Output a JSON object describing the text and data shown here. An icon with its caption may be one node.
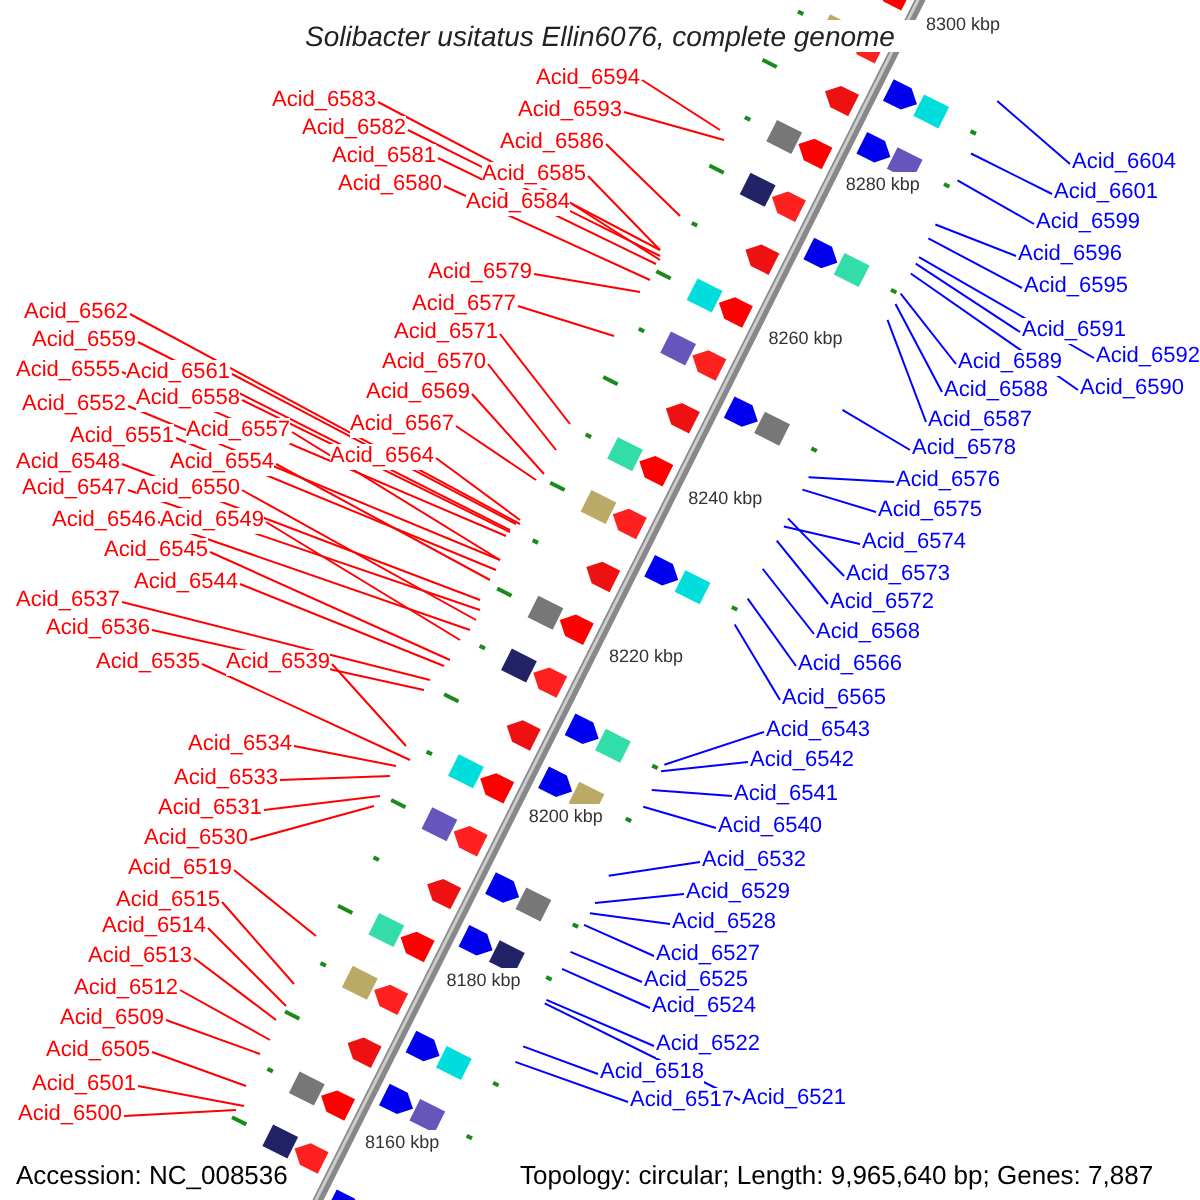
{
  "diagram": {
    "title": "Solibacter usitatus Ellin6076, complete genome",
    "nodes": [
      {
        "text": [
          "Acid_6594"
        ]
      },
      {
        "text": [
          "Acid_6593"
        ]
      },
      {
        "text": [
          "Acid_6586"
        ]
      },
      {
        "text": [
          "Acid_6585"
        ]
      },
      {
        "text": [
          "Acid_6584"
        ]
      },
      {
        "text": [
          "Acid_6583"
        ]
      },
      {
        "text": [
          "Acid_6582"
        ]
      },
      {
        "text": [
          "Acid_6581"
        ]
      },
      {
        "text": [
          "Acid_6580"
        ]
      },
      {
        "text": [
          "Acid_6579"
        ]
      },
      {
        "text": [
          "Acid_6577"
        ]
      },
      {
        "text": [
          "Acid_6571"
        ]
      },
      {
        "text": [
          "Acid_6570"
        ]
      },
      {
        "text": [
          "Acid_6569"
        ]
      },
      {
        "text": [
          "Acid_6567"
        ]
      },
      {
        "text": [
          "Acid_6564"
        ]
      },
      {
        "text": [
          "Acid_6562"
        ]
      },
      {
        "text": [
          "Acid_6559"
        ]
      },
      {
        "text": [
          "Acid_6555"
        ]
      },
      {
        "text": [
          "Acid_6561"
        ]
      },
      {
        "text": [
          "Acid_6558"
        ]
      },
      {
        "text": [
          "Acid_6552"
        ]
      },
      {
        "text": [
          "Acid_6557"
        ]
      },
      {
        "text": [
          "Acid_6551"
        ]
      },
      {
        "text": [
          "Acid_6554"
        ]
      },
      {
        "text": [
          "Acid_6548"
        ]
      },
      {
        "text": [
          "Acid_6547"
        ]
      },
      {
        "text": [
          "Acid_6550"
        ]
      },
      {
        "text": [
          "Acid_6546"
        ]
      },
      {
        "text": [
          "Acid_6549"
        ]
      },
      {
        "text": [
          "Acid_6545"
        ]
      },
      {
        "text": [
          "Acid_6544"
        ]
      },
      {
        "text": [
          "Acid_6537"
        ]
      },
      {
        "text": [
          "Acid_6536"
        ]
      },
      {
        "text": [
          "Acid_6535"
        ]
      },
      {
        "text": [
          "Acid_6539"
        ]
      },
      {
        "text": [
          "Acid_6534"
        ]
      },
      {
        "text": [
          "Acid_6533"
        ]
      },
      {
        "text": [
          "Acid_6531"
        ]
      },
      {
        "text": [
          "Acid_6530"
        ]
      },
      {
        "text": [
          "Acid_6519"
        ]
      },
      {
        "text": [
          "Acid_6515"
        ]
      },
      {
        "text": [
          "Acid_6514"
        ]
      },
      {
        "text": [
          "Acid_6513"
        ]
      },
      {
        "text": [
          "Acid_6512"
        ]
      },
      {
        "text": [
          "Acid_6509"
        ]
      },
      {
        "text": [
          "Acid_6505"
        ]
      },
      {
        "text": [
          "Acid_6501"
        ]
      },
      {
        "text": [
          "Acid_6500"
        ]
      },
      {
        "text": [
          "Acid_6604"
        ]
      },
      {
        "text": [
          "Acid_6601"
        ]
      },
      {
        "text": [
          "Acid_6599"
        ]
      },
      {
        "text": [
          "Acid_6596"
        ]
      },
      {
        "text": [
          "Acid_6595"
        ]
      },
      {
        "text": [
          "Acid_6591"
        ]
      },
      {
        "text": [
          "Acid_6592"
        ]
      },
      {
        "text": [
          "Acid_6590"
        ]
      },
      {
        "text": [
          "Acid_6589"
        ]
      },
      {
        "text": [
          "Acid_6588"
        ]
      },
      {
        "text": [
          "Acid_6587"
        ]
      },
      {
        "text": [
          "Acid_6578"
        ]
      },
      {
        "text": [
          "Acid_6576"
        ]
      },
      {
        "text": [
          "Acid_6575"
        ]
      },
      {
        "text": [
          "Acid_6574"
        ]
      },
      {
        "text": [
          "Acid_6573"
        ]
      },
      {
        "text": [
          "Acid_6572"
        ]
      },
      {
        "text": [
          "Acid_6568"
        ]
      },
      {
        "text": [
          "Acid_6566"
        ]
      },
      {
        "text": [
          "Acid_6565"
        ]
      },
      {
        "text": [
          "Acid_6543"
        ]
      },
      {
        "text": [
          "Acid_6542"
        ]
      },
      {
        "text": [
          "Acid_6541"
        ]
      },
      {
        "text": [
          "Acid_6540"
        ]
      },
      {
        "text": [
          "Acid_6532"
        ]
      },
      {
        "text": [
          "Acid_6529"
        ]
      },
      {
        "text": [
          "Acid_6528"
        ]
      },
      {
        "text": [
          "Acid_6527"
        ]
      },
      {
        "text": [
          "Acid_6525"
        ]
      },
      {
        "text": [
          "Acid_6524"
        ]
      },
      {
        "text": [
          "Acid_6522"
        ]
      },
      {
        "text": [
          "Acid_6518"
        ]
      },
      {
        "text": [
          "Acid_6521"
        ]
      },
      {
        "text": [
          "Acid_6517"
        ]
      }
    ],
    "edges": [
      {
        "from": 0,
        "to": null,
        "arrow": "none"
      },
      {
        "from": 1,
        "to": null,
        "arrow": "none"
      },
      {
        "from": 2,
        "to": null,
        "arrow": "none"
      },
      {
        "from": 3,
        "to": null,
        "arrow": "none"
      },
      {
        "from": 4,
        "to": null,
        "arrow": "none"
      },
      {
        "from": 5,
        "to": null,
        "arrow": "none"
      },
      {
        "from": 6,
        "to": null,
        "arrow": "none"
      },
      {
        "from": 7,
        "to": null,
        "arrow": "none"
      },
      {
        "from": 8,
        "to": null,
        "arrow": "none"
      },
      {
        "from": 9,
        "to": null,
        "arrow": "none"
      },
      {
        "from": 10,
        "to": null,
        "arrow": "none"
      },
      {
        "from": 11,
        "to": null,
        "arrow": "none"
      },
      {
        "from": 12,
        "to": null,
        "arrow": "none"
      },
      {
        "from": 13,
        "to": null,
        "arrow": "none"
      },
      {
        "from": 14,
        "to": null,
        "arrow": "none"
      },
      {
        "from": 15,
        "to": null,
        "arrow": "none"
      },
      {
        "from": 16,
        "to": null,
        "arrow": "none"
      },
      {
        "from": 17,
        "to": null,
        "arrow": "none"
      },
      {
        "from": 18,
        "to": null,
        "arrow": "none"
      },
      {
        "from": 19,
        "to": null,
        "arrow": "none"
      },
      {
        "from": 20,
        "to": null,
        "arrow": "none"
      },
      {
        "from": 21,
        "to": null,
        "arrow": "none"
      },
      {
        "from": 22,
        "to": null,
        "arrow": "none"
      },
      {
        "from": 23,
        "to": null,
        "arrow": "none"
      },
      {
        "from": 24,
        "to": null,
        "arrow": "none"
      },
      {
        "from": 25,
        "to": null,
        "arrow": "none"
      },
      {
        "from": 26,
        "to": null,
        "arrow": "none"
      },
      {
        "from": 27,
        "to": null,
        "arrow": "none"
      },
      {
        "from": 28,
        "to": null,
        "arrow": "none"
      },
      {
        "from": 29,
        "to": null,
        "arrow": "none"
      },
      {
        "from": 30,
        "to": null,
        "arrow": "none"
      },
      {
        "from": 31,
        "to": null,
        "arrow": "none"
      },
      {
        "from": 32,
        "to": null,
        "arrow": "none"
      },
      {
        "from": 33,
        "to": null,
        "arrow": "none"
      },
      {
        "from": 34,
        "to": null,
        "arrow": "none"
      },
      {
        "from": 35,
        "to": null,
        "arrow": "none"
      },
      {
        "from": 36,
        "to": null,
        "arrow": "none"
      },
      {
        "from": 37,
        "to": null,
        "arrow": "none"
      },
      {
        "from": 38,
        "to": null,
        "arrow": "none"
      },
      {
        "from": 39,
        "to": null,
        "arrow": "none"
      },
      {
        "from": 40,
        "to": null,
        "arrow": "none"
      },
      {
        "from": 41,
        "to": null,
        "arrow": "none"
      },
      {
        "from": 42,
        "to": null,
        "arrow": "none"
      },
      {
        "from": 43,
        "to": null,
        "arrow": "none"
      },
      {
        "from": 44,
        "to": null,
        "arrow": "none"
      },
      {
        "from": 45,
        "to": null,
        "arrow": "none"
      },
      {
        "from": 46,
        "to": null,
        "arrow": "none"
      },
      {
        "from": 47,
        "to": null,
        "arrow": "none"
      },
      {
        "from": 48,
        "to": null,
        "arrow": "none"
      },
      {
        "from": 49,
        "to": null,
        "arrow": "none",
        "color": "#0000ff"
      },
      {
        "from": 50,
        "to": null,
        "arrow": "none",
        "color": "#0000ff"
      },
      {
        "from": 51,
        "to": null,
        "arrow": "none",
        "color": "#0000ff"
      },
      {
        "from": 52,
        "to": null,
        "arrow": "none",
        "color": "#0000ff"
      },
      {
        "from": 53,
        "to": null,
        "arrow": "none",
        "color": "#0000ff"
      },
      {
        "from": 54,
        "to": null,
        "arrow": "none",
        "color": "#0000ff"
      },
      {
        "from": 55,
        "to": null,
        "arrow": "none",
        "color": "#0000ff"
      },
      {
        "from": 56,
        "to": null,
        "arrow": "none",
        "color": "#0000ff"
      },
      {
        "from": 57,
        "to": null,
        "arrow": "none",
        "color": "#0000ff"
      },
      {
        "from": 58,
        "to": null,
        "arrow": "none",
        "color": "#0000ff"
      },
      {
        "from": 59,
        "to": null,
        "arrow": "none",
        "color": "#0000ff"
      },
      {
        "from": 60,
        "to": null,
        "arrow": "none",
        "color": "#0000ff"
      },
      {
        "from": 61,
        "to": null,
        "arrow": "none",
        "color": "#0000ff"
      },
      {
        "from": 62,
        "to": null,
        "arrow": "none",
        "color": "#0000ff"
      },
      {
        "from": 63,
        "to": null,
        "arrow": "none",
        "color": "#0000ff"
      },
      {
        "from": 64,
        "to": null,
        "arrow": "none",
        "color": "#0000ff"
      },
      {
        "from": 65,
        "to": null,
        "arrow": "none",
        "color": "#0000ff"
      },
      {
        "from": 66,
        "to": null,
        "arrow": "none",
        "color": "#0000ff"
      },
      {
        "from": 67,
        "to": null,
        "arrow": "none",
        "color": "#0000ff"
      },
      {
        "from": 68,
        "to": null,
        "arrow": "none",
        "color": "#0000ff"
      },
      {
        "from": 69,
        "to": null,
        "arrow": "none",
        "color": "#0000ff"
      },
      {
        "from": 70,
        "to": null,
        "arrow": "none",
        "color": "#0000ff"
      },
      {
        "from": 71,
        "to": null,
        "arrow": "none",
        "color": "#0000ff"
      },
      {
        "from": 72,
        "to": null,
        "arrow": "none",
        "color": "#0000ff"
      },
      {
        "from": 73,
        "to": null,
        "arrow": "none",
        "color": "#0000ff"
      },
      {
        "from": 74,
        "to": null,
        "arrow": "none",
        "color": "#0000ff"
      },
      {
        "from": 75,
        "to": null,
        "arrow": "none",
        "color": "#0000ff"
      },
      {
        "from": 76,
        "to": null,
        "arrow": "none",
        "color": "#0000ff"
      },
      {
        "from": 77,
        "to": null,
        "arrow": "none",
        "color": "#0000ff"
      },
      {
        "from": 78,
        "to": null,
        "arrow": "none",
        "color": "#0000ff"
      },
      {
        "from": 79,
        "to": null,
        "arrow": "none",
        "color": "#0000ff"
      },
      {
        "from": 80,
        "to": null,
        "arrow": "none",
        "color": "#0000ff"
      },
      {
        "from": 81,
        "to": null,
        "arrow": "none",
        "color": "#0000ff"
      },
      {
        "from": 82,
        "to": null,
        "arrow": "none",
        "color": "#0000ff"
      }
    ],
    "labels": [
      "8300 kbp",
      "8280 kbp",
      "8260 kbp",
      "8240 kbp",
      "8220 kbp",
      "8200 kbp",
      "8180 kbp",
      "8160 kbp",
      "Accession: NC_008536",
      "Topology: circular; Length: 9,965,640 bp; Genes: 7,887"
    ]
  }
}
